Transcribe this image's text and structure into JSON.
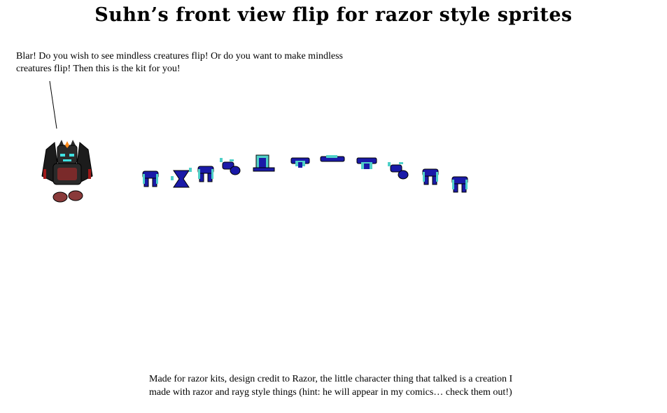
{
  "title": "Suhn’s front view flip for razor style sprites",
  "speech": "Blar! Do you wish to see mindless creatures flip! Or do you want to make mindless creatures flip! Then this is the kit for you!",
  "credits": "Made for razor kits, design credit to Razor, the little character thing that talked is a creation I made with razor and rayg style things (hint: he will appear in my comics… check them out!)",
  "colors": {
    "sprite_blue": "#1a1aa8",
    "sprite_cyan": "#4fd0c8",
    "char_dark": "#1c1c1c",
    "char_red": "#8a2a2a",
    "char_eyes": "#3fe0e0",
    "char_gem": "#ff8a1a"
  }
}
